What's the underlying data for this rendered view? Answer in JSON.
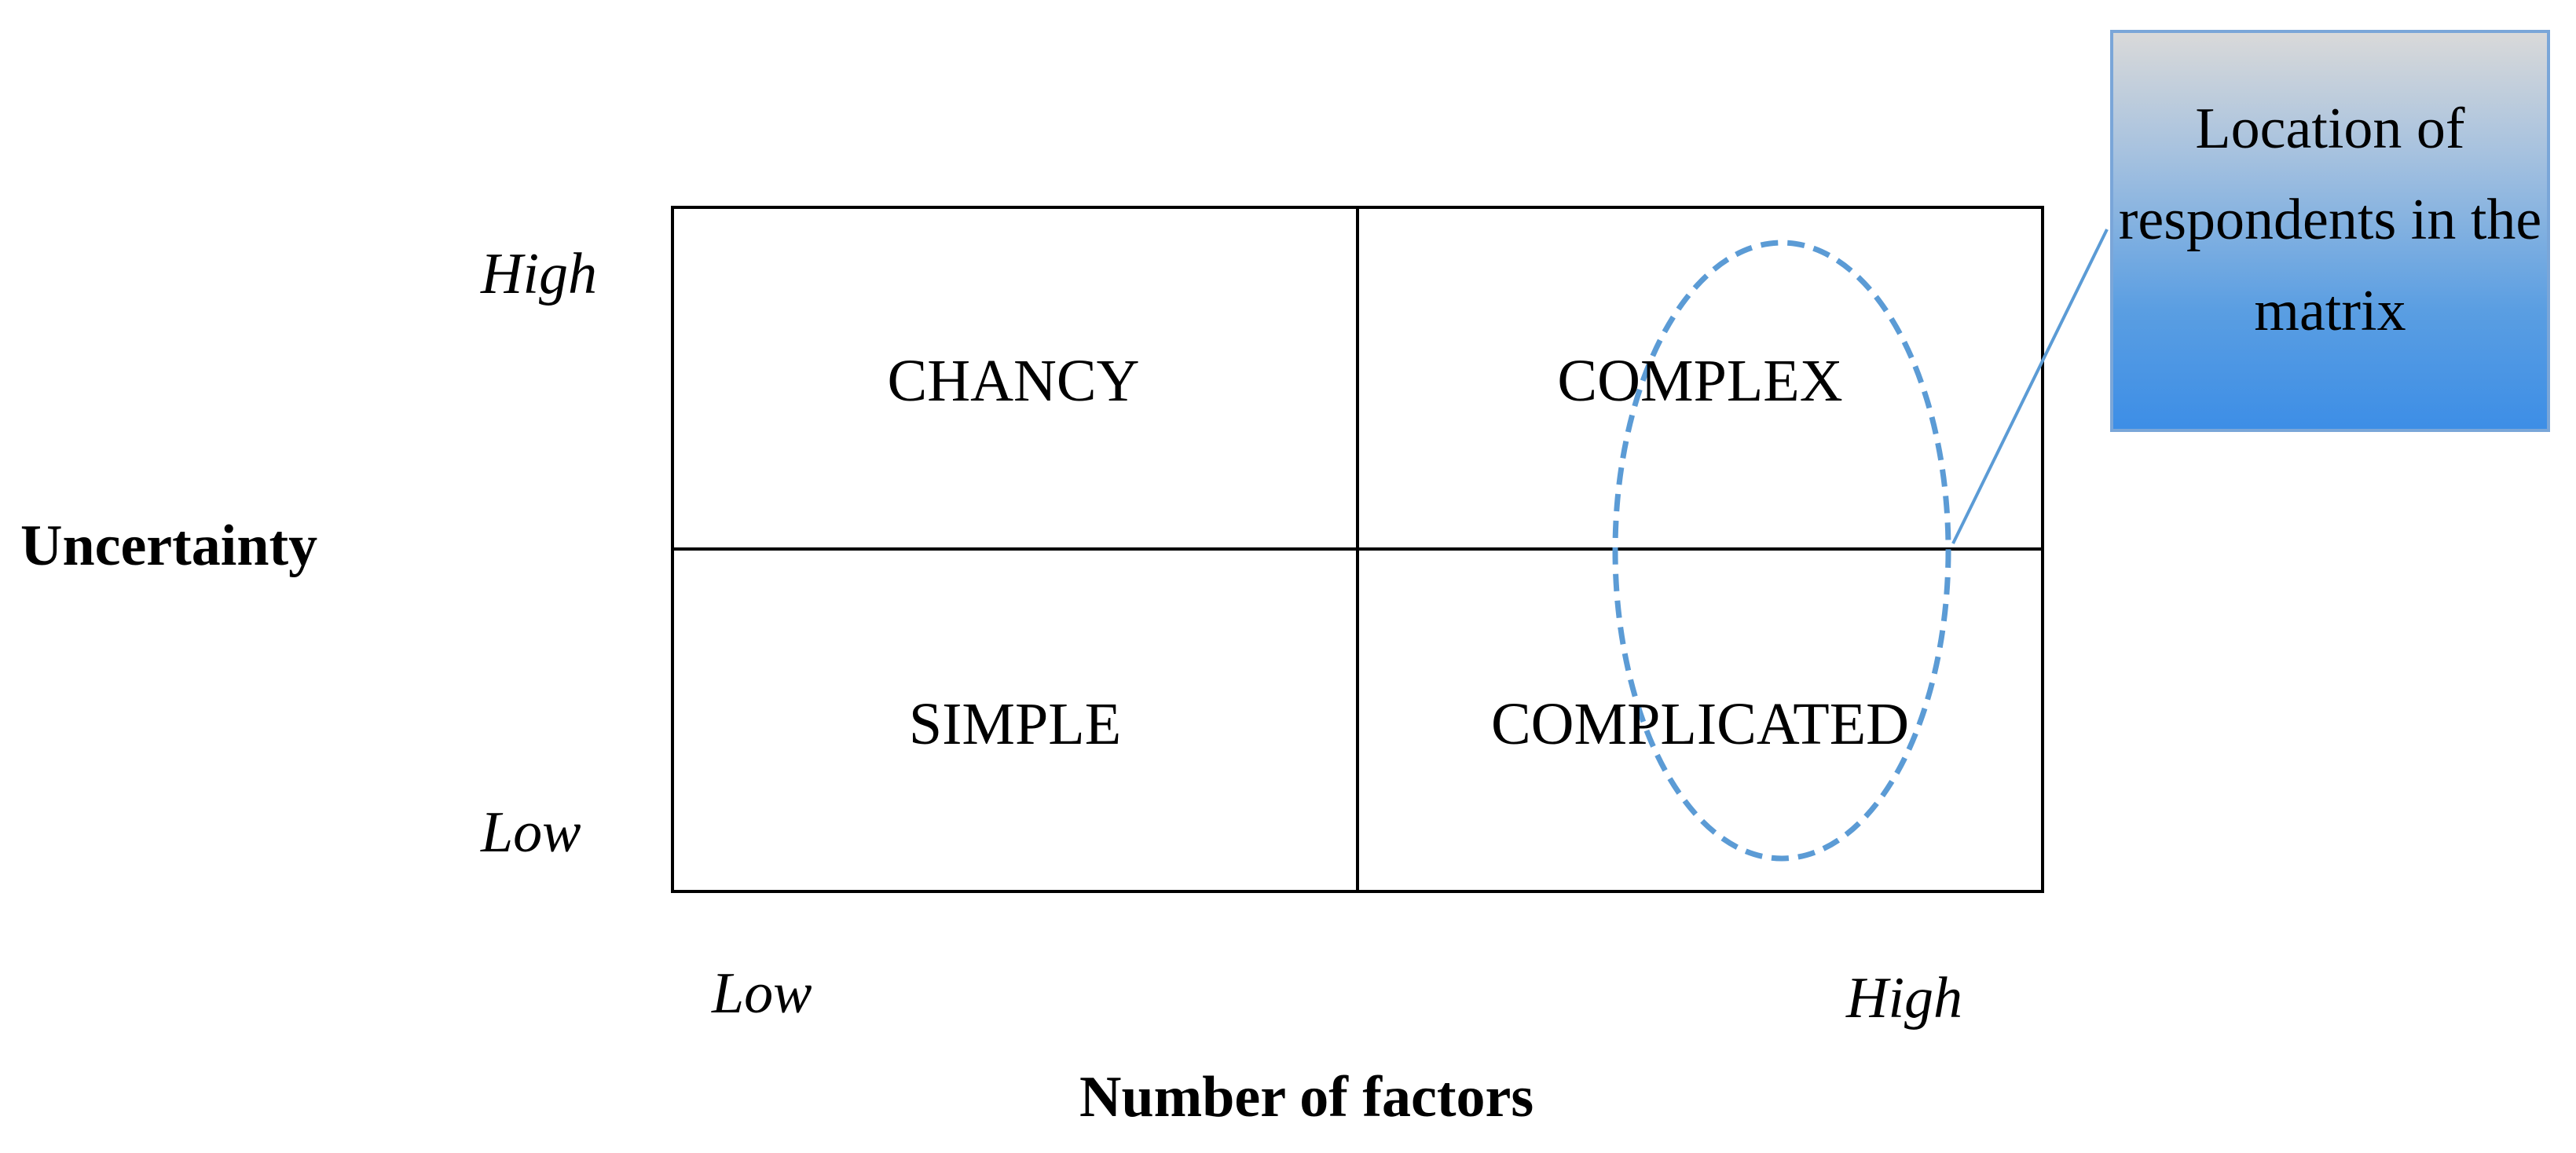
{
  "quadrants": {
    "top_left": "CHANCY",
    "top_right": "COMPLEX",
    "bottom_left": "SIMPLE",
    "bottom_right": "COMPLICATED"
  },
  "y_axis": {
    "title": "Uncertainty",
    "high": "High",
    "low": "Low"
  },
  "x_axis": {
    "title": "Number of factors",
    "low": "Low",
    "high": "High"
  },
  "callout": {
    "text": "Location of respondents in the matrix"
  },
  "colors": {
    "grid_line": "#000000",
    "ellipse_stroke": "#5b9bd5",
    "callout_border": "#7aa6d8",
    "callout_gradient_top": "#d9d9d9",
    "callout_gradient_bottom": "#3d8ee6"
  }
}
